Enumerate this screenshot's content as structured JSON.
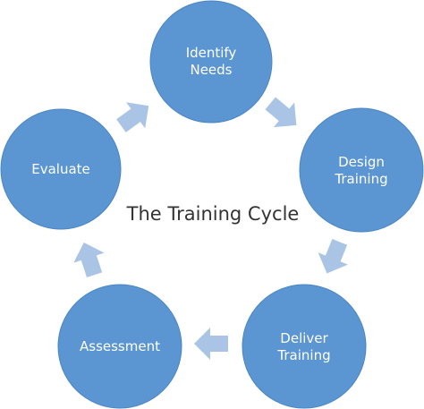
{
  "diagram": {
    "center_label": "The Training Cycle",
    "colors": {
      "node_fill": "#5b95d2",
      "arrow_fill": "#a9c4e4",
      "node_text": "#ffffff",
      "center_text": "#333333"
    },
    "nodes": [
      {
        "id": "identify-needs",
        "lines": [
          "Identify",
          "Needs"
        ]
      },
      {
        "id": "design-training",
        "lines": [
          "Design",
          "Training"
        ]
      },
      {
        "id": "deliver-training",
        "lines": [
          "Deliver",
          "Training"
        ]
      },
      {
        "id": "assessment",
        "lines": [
          "Assessment"
        ]
      },
      {
        "id": "evaluate",
        "lines": [
          "Evaluate"
        ]
      }
    ]
  }
}
